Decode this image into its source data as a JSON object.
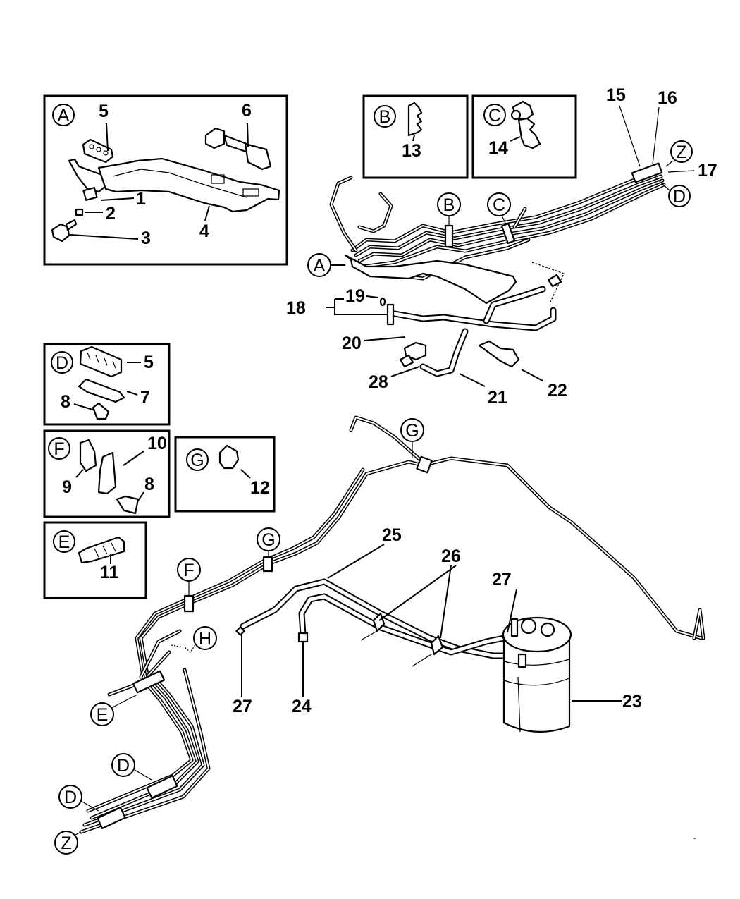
{
  "diagram": {
    "type": "exploded-parts-diagram",
    "subject": "fuel and vapor lines",
    "insets": [
      {
        "id": "A",
        "parts": [
          "1",
          "2",
          "3",
          "4",
          "5",
          "6"
        ]
      },
      {
        "id": "B",
        "parts": [
          "13"
        ]
      },
      {
        "id": "C",
        "parts": [
          "14"
        ]
      },
      {
        "id": "D",
        "parts": [
          "5",
          "7",
          "8"
        ]
      },
      {
        "id": "F",
        "parts": [
          "9",
          "10",
          "8"
        ]
      },
      {
        "id": "G",
        "parts": [
          "12"
        ]
      },
      {
        "id": "E",
        "parts": [
          "11"
        ]
      }
    ],
    "inset_labels": {
      "A": "A",
      "B": "B",
      "C": "C",
      "D": "D",
      "E": "E",
      "F": "F",
      "G": "G",
      "H": "H",
      "Z": "Z"
    },
    "part_numbers": {
      "p1": "1",
      "p2": "2",
      "p3": "3",
      "p4": "4",
      "p5": "5",
      "p6": "6",
      "p7": "7",
      "p8": "8",
      "p9": "9",
      "p10": "10",
      "p11": "11",
      "p12": "12",
      "p13": "13",
      "p14": "14",
      "p15": "15",
      "p16": "16",
      "p17": "17",
      "p18": "18",
      "p19": "19",
      "p20": "20",
      "p21": "21",
      "p22": "22",
      "p23": "23",
      "p24": "24",
      "p25": "25",
      "p26": "26",
      "p27": "27",
      "p28": "28"
    }
  }
}
